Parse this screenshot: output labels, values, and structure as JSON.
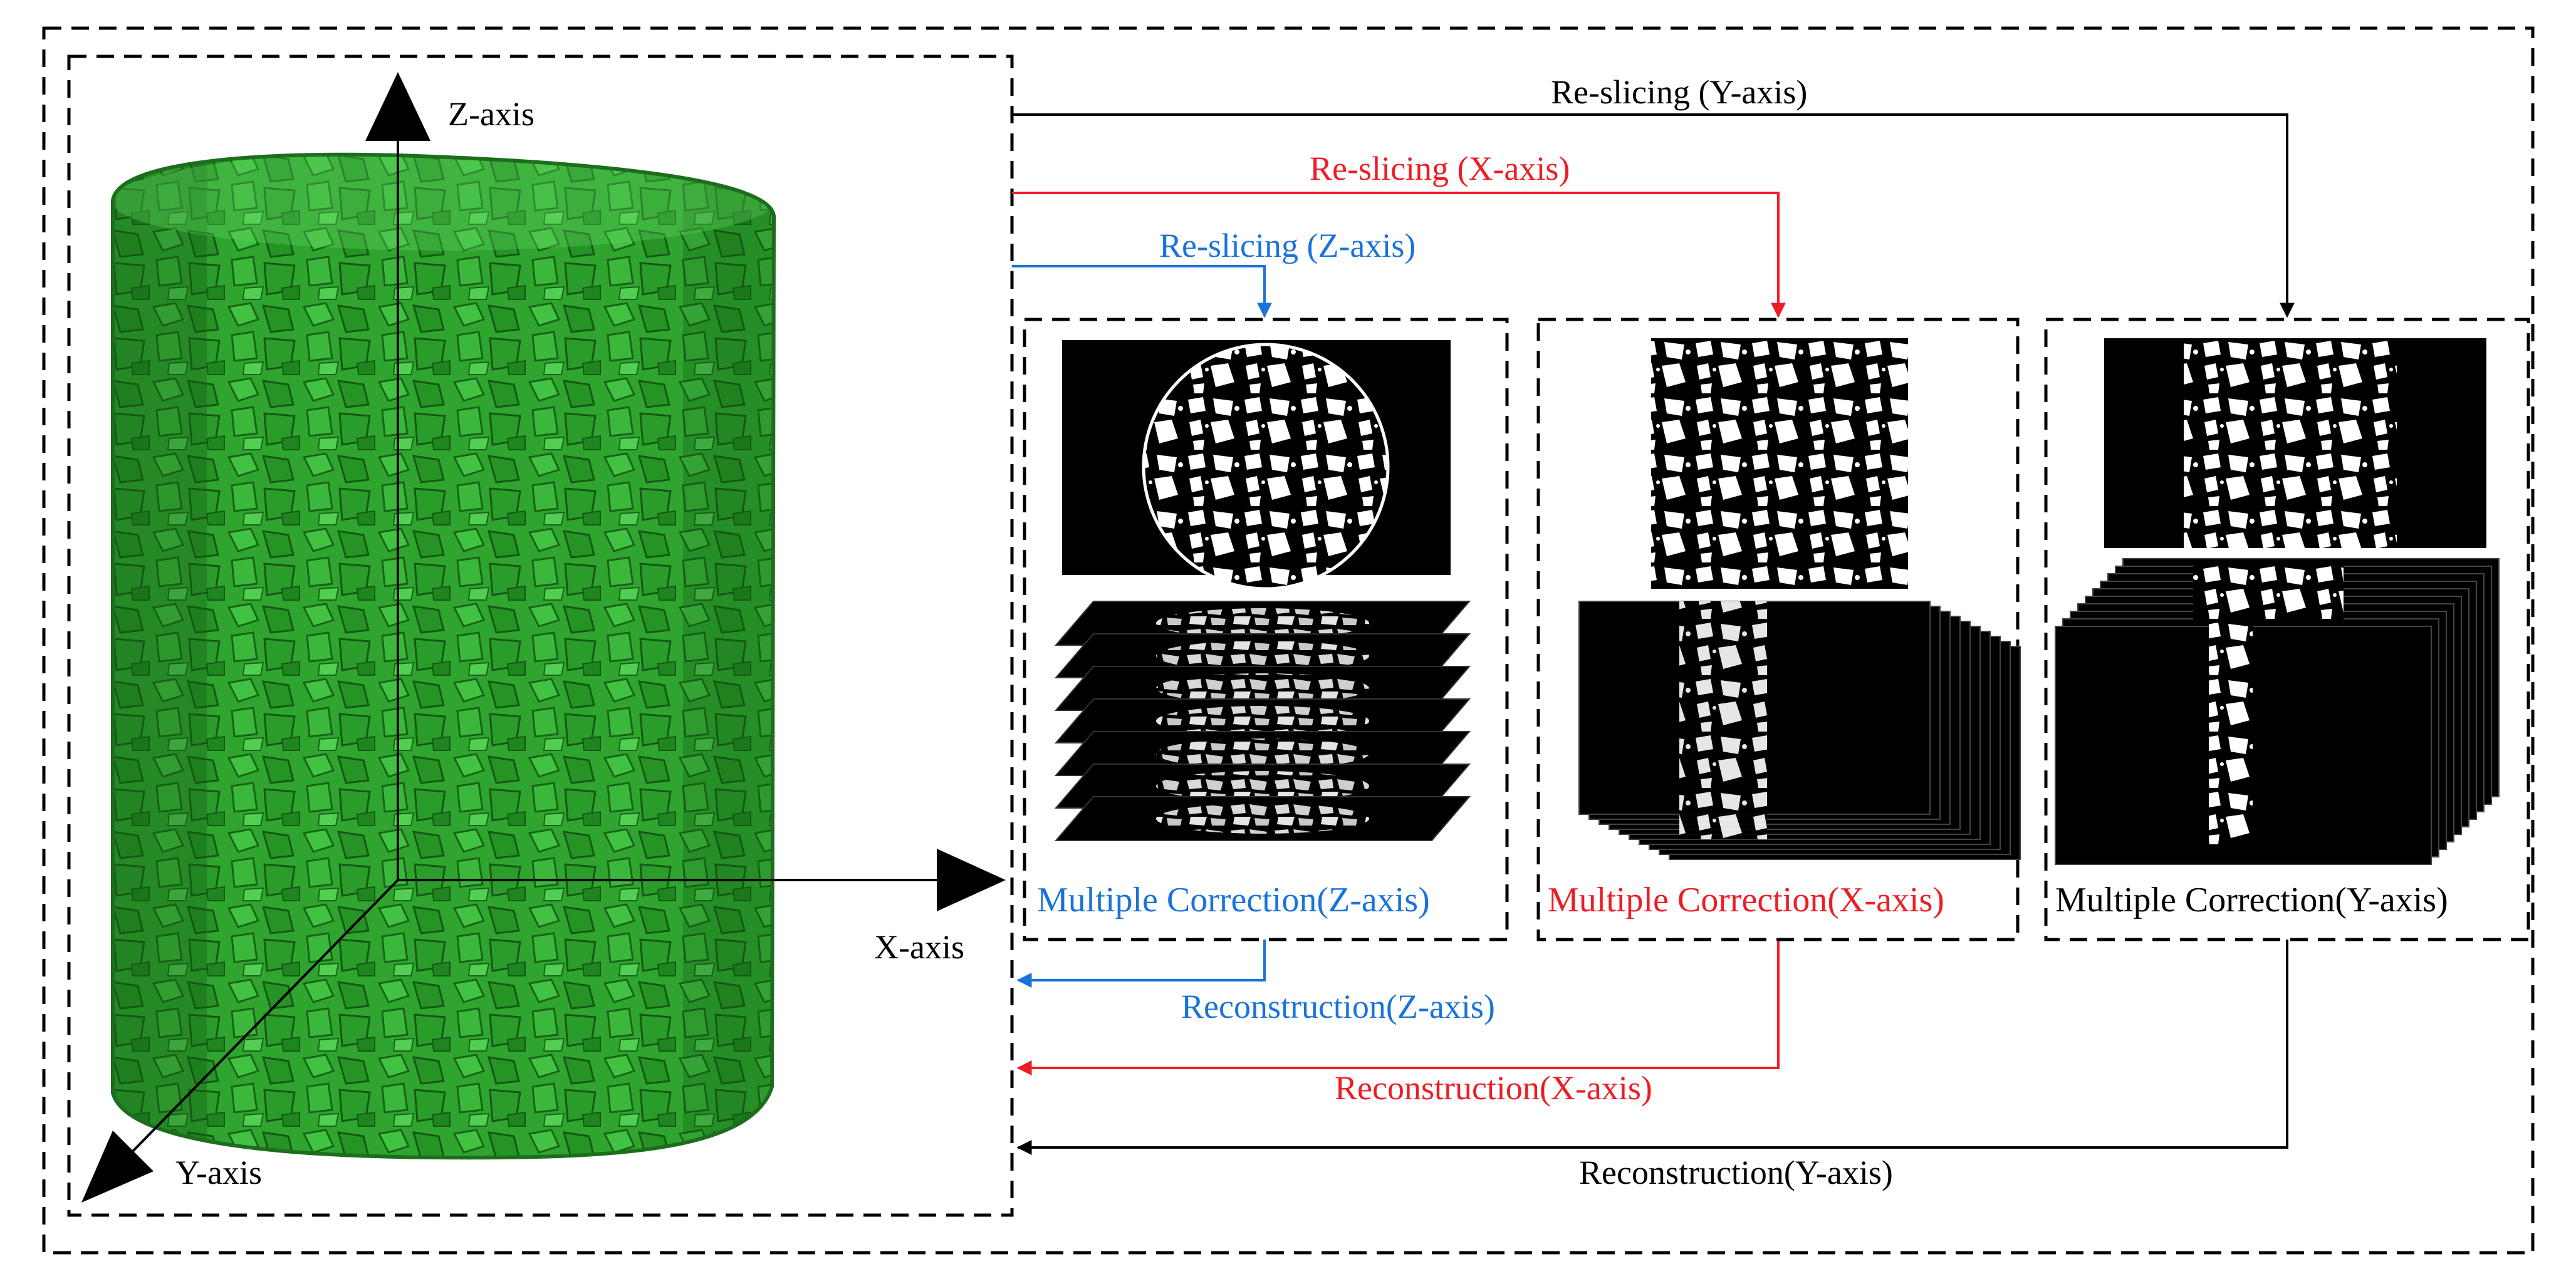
{
  "colors": {
    "black": "#000000",
    "red": "#ee1c25",
    "blue": "#1a73d9",
    "cylinder_green": "#2fa52f",
    "cylinder_dark": "#1c6e1c",
    "cylinder_light": "#5fd15f"
  },
  "axes": {
    "z_label": "Z-axis",
    "x_label": "X-axis",
    "y_label": "Y-axis"
  },
  "flows": {
    "reslice_y": "Re-slicing (Y-axis)",
    "reslice_x": "Re-slicing (X-axis)",
    "reslice_z": "Re-slicing (Z-axis)",
    "recon_z": "Reconstruction(Z-axis)",
    "recon_x": "Reconstruction(X-axis)",
    "recon_y": "Reconstruction(Y-axis)"
  },
  "panels": {
    "z": {
      "label": "Multiple Correction(Z-axis)",
      "color": "#1a73d9"
    },
    "x": {
      "label": "Multiple Correction(X-axis)",
      "color": "#ee1c25"
    },
    "y": {
      "label": "Multiple Correction(Y-axis)",
      "color": "#000000"
    }
  },
  "icons": {
    "specimen": "green-aggregate-cylinder-icon",
    "slice": "binary-ct-slice-icon",
    "stack": "slice-stack-icon"
  }
}
